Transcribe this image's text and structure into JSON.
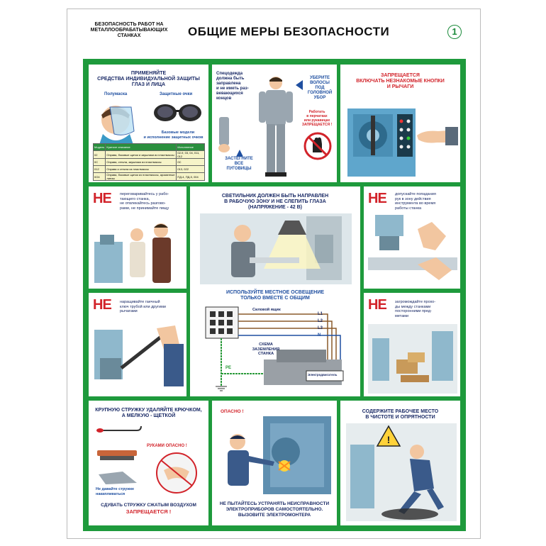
{
  "header": {
    "subtitle": "БЕЗОПАСНОСТЬ РАБОТ НА МЕТАЛЛООБРАБАТЫВАЮЩИХ СТАНКАХ",
    "title": "ОБЩИЕ МЕРЫ БЕЗОПАСНОСТИ",
    "number": "1"
  },
  "p1": {
    "line1": "ПРИМЕНЯЙТЕ",
    "line2": "СРЕДСТВА ИНДИВИДУАЛЬНОЙ ЗАЩИТЫ",
    "line3": "ГЛАЗ И ЛИЦА",
    "mask": "Полумаска",
    "glasses": "Защитные очки",
    "caption1": "Базовые модели",
    "caption2": "и исполнение защитных очков",
    "table_headers": [
      "Модель",
      "Краткое описание",
      "Исполнение"
    ],
    "table_rows": [
      [
        "02",
        "Оправа, боковые щитки и заушники из пластмассы",
        "02-9, 03, 04, 011, 012"
      ],
      [
        "0С",
        "Оправа, стекла, заушники из пластмассы",
        "0С"
      ],
      [
        "012",
        "Оправа и стекла из пластмассы",
        "013, 022"
      ],
      [
        "0О4",
        "Оправа, боковые щитки из пластмассы, ароматные линзы",
        "ПД-4, ПД-5, 004"
      ]
    ]
  },
  "p2": {
    "left1": "Спецодежда",
    "left2": "должна быть",
    "left3": "заправлена",
    "left4": "и не иметь раз-",
    "left5": "вевающихся",
    "left6": "концов",
    "right1": "УБЕРИТЕ",
    "right2": "ВОЛОСЫ",
    "right3": "ПОД",
    "right4": "ГОЛОВНОЙ",
    "right5": "УБОР",
    "warn1": "Работать",
    "warn2": "в перчатках",
    "warn3": "или рукавицах",
    "warn4": "ЗАПРЕЩАЕТСЯ !",
    "btm1": "ЗАСТЕГНИТЕ",
    "btm2": "ВСЕ",
    "btm3": "ПУГОВИЦЫ"
  },
  "p3": {
    "line1": "ЗАПРЕЩАЕТСЯ",
    "line2": "ВКЛЮЧАТЬ НЕЗНАКОМЫЕ КНОПКИ",
    "line3": "И РЫЧАГИ"
  },
  "ne_label": "НЕ",
  "p4": {
    "line1": "переговаривайтесь у рабо-",
    "line2": "тающего станка,",
    "line3": "не отвлекайтесь разгово-",
    "line4": "рами, не принимайте пищу"
  },
  "p5": {
    "line1": "СВЕТИЛЬНИК ДОЛЖЕН БЫТЬ НАПРАВЛЕН",
    "line2": "В РАБОЧУЮ ЗОНУ И НЕ СЛЕПИТЬ ГЛАЗА",
    "line3": "(НАПРЯЖЕНИЕ - 42 В)",
    "mid1": "ИСПОЛЬЗУЙТЕ МЕСТНОЕ ОСВЕЩЕНИЕ",
    "mid2": "ТОЛЬКО ВМЕСТЕ С ОБЩИМ",
    "box": "Силовой ящик",
    "l1": "L1",
    "l2": "L2",
    "l3": "L3",
    "n": "N",
    "s1": "СХЕМА",
    "s2": "ЗАЗЕМЛЕНИЯ",
    "s3": "СТАНКА",
    "pe": "PE",
    "motor": "Электродвигатель"
  },
  "p6": {
    "line1": "допускайте попадания",
    "line2": "рук в зону действия",
    "line3": "инструмента во время",
    "line4": "работы станка"
  },
  "p7": {
    "line1": "наращивайте гаечный",
    "line2": "ключ трубой или другими",
    "line3": "рычагами"
  },
  "p8": {
    "line1": "загромождайте прохо-",
    "line2": "ды между станками",
    "line3": "посторонними пред-",
    "line4": "метами"
  },
  "p9": {
    "line1": "КРУПНУЮ СТРУЖКУ УДАЛЯЙТЕ КРЮЧКОМ,",
    "line2": "А МЕЛКУЮ - ЩЕТКОЙ",
    "hands": "РУКАМИ ОПАСНО !",
    "note1": "Не давайте стружке",
    "note2": "накапливаться",
    "btm1": "СДУВАТЬ СТРУЖКУ СЖАТЫМ ВОЗДУХОМ",
    "btm2": "ЗАПРЕЩАЕТСЯ !"
  },
  "p10": {
    "danger": "ОПАСНО !",
    "btm1": "НЕ ПЫТАЙТЕСЬ УСТРАНЯТЬ НЕИСПРАВНОСТИ",
    "btm2": "ЭЛЕКТРОПРИБОРОВ САМОСТОЯТЕЛЬНО.",
    "btm3": "ВЫЗОВИТЕ ЭЛЕКТРОМОНТЕРА"
  },
  "p11": {
    "line1": "СОДЕРЖИТЕ РАБОЧЕЕ МЕСТО",
    "line2": "В ЧИСТОТЕ И ОПРЯТНОСТИ"
  },
  "colors": {
    "frame": "#1e9a3c",
    "red": "#d2232a",
    "blue": "#1f4fa0"
  }
}
